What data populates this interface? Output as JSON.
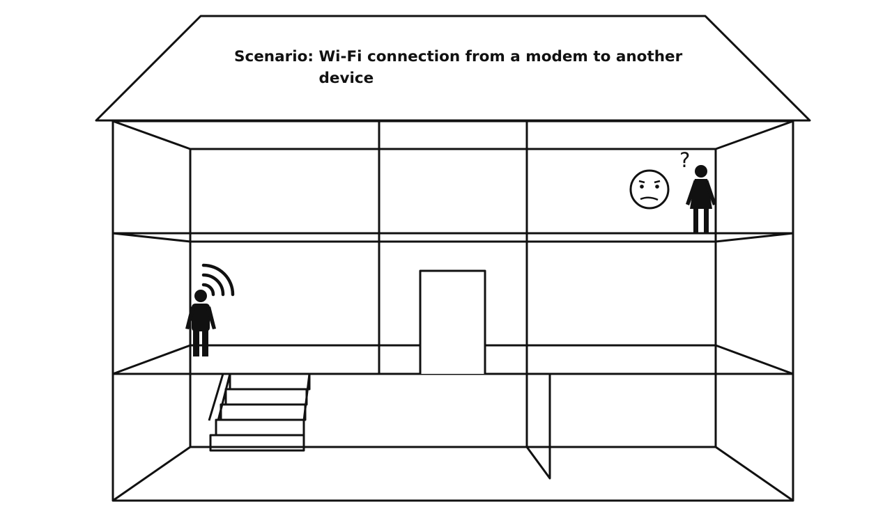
{
  "diagram": {
    "caption_prefix": "Scenario:",
    "caption_body": "Wi-Fi connection from a modem to another device",
    "question_mark": "?",
    "wifi_bars": 3,
    "colors": {
      "ink": "#111111",
      "background": "#ffffff"
    },
    "icons": [
      "house-outline",
      "wifi-signal-icon",
      "man-figure-icon",
      "woman-figure-icon",
      "confused-face-icon",
      "staircase",
      "doorway"
    ]
  }
}
